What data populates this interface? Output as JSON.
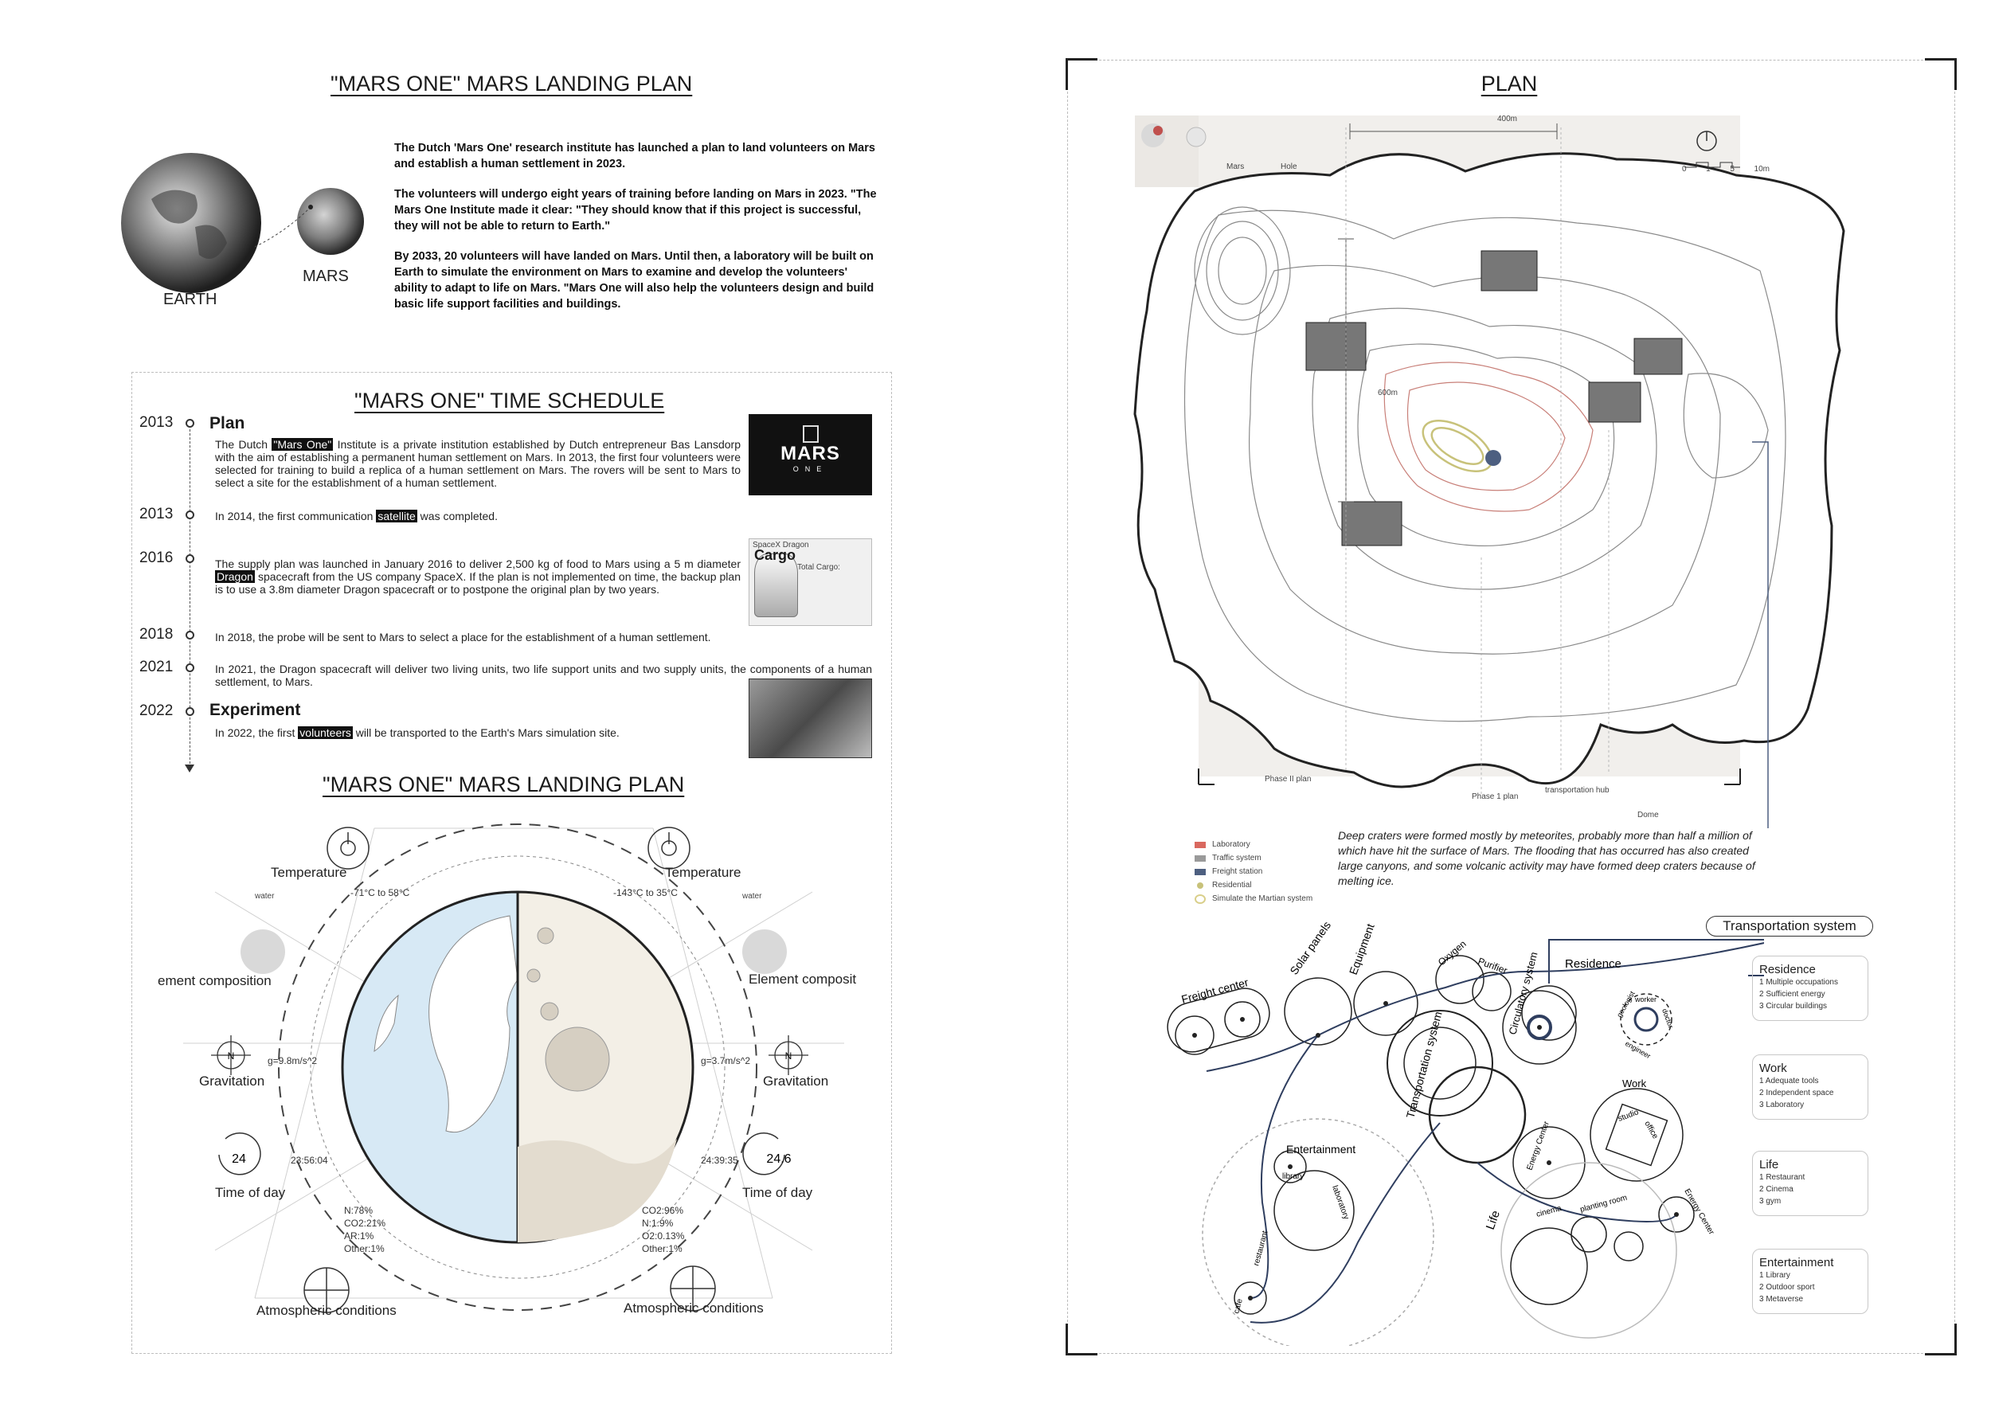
{
  "left": {
    "intro_title": "\"MARS ONE\" MARS LANDING PLAN",
    "earth_label": "EARTH",
    "mars_label": "MARS",
    "intro_paragraphs": [
      "The Dutch 'Mars One' research institute has launched a plan to land volunteers on Mars and establish a human settlement in 2023.",
      "The volunteers will undergo eight years of training before landing on Mars in 2023. \"The Mars One Institute made it clear: \"They should know that if this project is successful, they will not be able to return to Earth.\"",
      "By 2033, 20 volunteers will have landed on Mars. Until then, a laboratory will be built on Earth to simulate the environment on Mars to examine and develop the volunteers' ability to adapt to life on Mars. \"Mars One will also help the volunteers design and build basic life support facilities and buildings."
    ],
    "schedule_title": "\"MARS ONE\" TIME SCHEDULE",
    "timeline": [
      {
        "year": "2013",
        "heading": "Plan",
        "pre": "The Dutch ",
        "hl": "\"Mars One\"",
        "post": " Institute is a private institution established by Dutch entrepreneur Bas Lansdorp with the aim of establishing a permanent human settlement on Mars. In 2013, the first four volunteers were selected for training to build a replica of a human settlement on Mars. The rovers will be sent to Mars to select a site for the establishment of a human settlement."
      },
      {
        "year": "2013",
        "heading": "",
        "pre": "In 2014, the first communication ",
        "hl": "satellite",
        "post": " was  completed."
      },
      {
        "year": "2016",
        "heading": "",
        "pre": "The supply plan was launched in January 2016 to deliver 2,500 kg of food to Mars using a 5 m diameter ",
        "hl": "Dragon",
        "post": " spacecraft from the US company SpaceX. If the plan is not implemented on time, the backup plan is to use a 3.8m diameter Dragon spacecraft or to postpone the original plan by two years."
      },
      {
        "year": "2018",
        "heading": "",
        "pre": "In 2018, the probe will be sent to Mars to select a place for the establishment of a human settlement.",
        "hl": "",
        "post": ""
      },
      {
        "year": "2021",
        "heading": "",
        "pre": "In 2021, the Dragon spacecraft will deliver two living units, two life support units and two supply units, the components of a human settlement, to Mars.",
        "hl": "",
        "post": ""
      },
      {
        "year": "2022",
        "heading": "Experiment",
        "pre": "In 2022, the first ",
        "hl": "volunteers",
        "post": " will be transported to the Earth's Mars simulation site."
      }
    ],
    "mars_one_logo": "MARS",
    "mars_one_logo_sub": "ONE",
    "cargo": {
      "l1": "SpaceX Dragon",
      "l2": "Cargo",
      "l3": "Total Cargo:"
    },
    "compare_title": "\"MARS ONE\" MARS LANDING PLAN",
    "compare": {
      "temperature": "Temperature",
      "earth_temp": "-71°C to 58°C",
      "mars_temp": "-143°C to 35°C",
      "water": "water",
      "element_left": "ement composition",
      "element_right": "Element composit",
      "gravitation": "Gravitation",
      "earth_g": "g=9.8m/s^2",
      "mars_g": "g=3.7m/s^2",
      "time_of_day": "Time of day",
      "earth_day_icon": "24",
      "mars_day_icon": "24.6",
      "earth_day": "23:56:04",
      "mars_day": "24:39:35",
      "earth_atm": [
        "N:78%",
        "CO2:21%",
        "AR:1%",
        "Other:1%"
      ],
      "mars_atm": [
        "CO2:96%",
        "N:1.9%",
        "O2:0.13%",
        "Other:1%"
      ],
      "atmospheric": "Atmospheric conditions",
      "compass_n": "N"
    }
  },
  "right": {
    "plan_title": "PLAN",
    "key_mars": "Mars",
    "key_hole": "Hole",
    "dim_400": "400m",
    "dim_600": "600m",
    "scale_ticks": [
      "0",
      "1",
      "5",
      "10m"
    ],
    "phase2": "Phase II plan",
    "phase1": "Phase 1 plan",
    "transport_hub": "transportation hub",
    "dome": "Dome",
    "legend": [
      {
        "label": "Laboratory",
        "color": "#d9685f"
      },
      {
        "label": "Traffic system",
        "color": "#9a9a9a"
      },
      {
        "label": "Freight station",
        "color": "#4d5f80"
      },
      {
        "label": "Residential",
        "color": "#c8c27a"
      },
      {
        "label": "Simulate the Martian system",
        "color": "#d9cf8a"
      }
    ],
    "crater_text": "Deep craters were formed mostly by meteorites, probably more than half a million of which have hit the surface of Mars. The flooding that has occurred has also created large canyons, and some volcanic activity may have formed deep craters because of melting ice.",
    "transport_system": "Transportation system",
    "bubbles": {
      "freight_center": "Freight center",
      "solar_panels": "Solar panels",
      "equipment": "Equipment",
      "oxygen": "Oxygen",
      "purifier": "Purifier",
      "circulatory": "Circulatory system",
      "residence": "Residence",
      "transportation_system": "Transportation system",
      "work": "Work",
      "studio": "studio",
      "office": "office",
      "entertainment": "Entertainment",
      "library": "library",
      "laboratory": "laboratory",
      "restaurant": "restaurant",
      "cafe": "cafe",
      "life": "Life",
      "cinema": "cinema",
      "planting_room": "planting room",
      "energy_center": "Energy Center",
      "energy_center2": "Energy Center",
      "worker": "worker",
      "doctor": "doctor",
      "engineer": "engineer",
      "geologist": "geologist"
    },
    "boxes": [
      {
        "title": "Residence",
        "items": [
          "1 Multiple occupations",
          "2 Sufficient energy",
          "3 Circular buildings"
        ]
      },
      {
        "title": "Work",
        "items": [
          "1 Adequate tools",
          "2 Independent space",
          "3 Laboratory"
        ]
      },
      {
        "title": "Life",
        "items": [
          "1 Restaurant",
          "2 Cinema",
          "3 gym"
        ]
      },
      {
        "title": "Entertainment",
        "items": [
          "1 Library",
          "2 Outdoor sport",
          "3 Metaverse"
        ]
      }
    ]
  }
}
